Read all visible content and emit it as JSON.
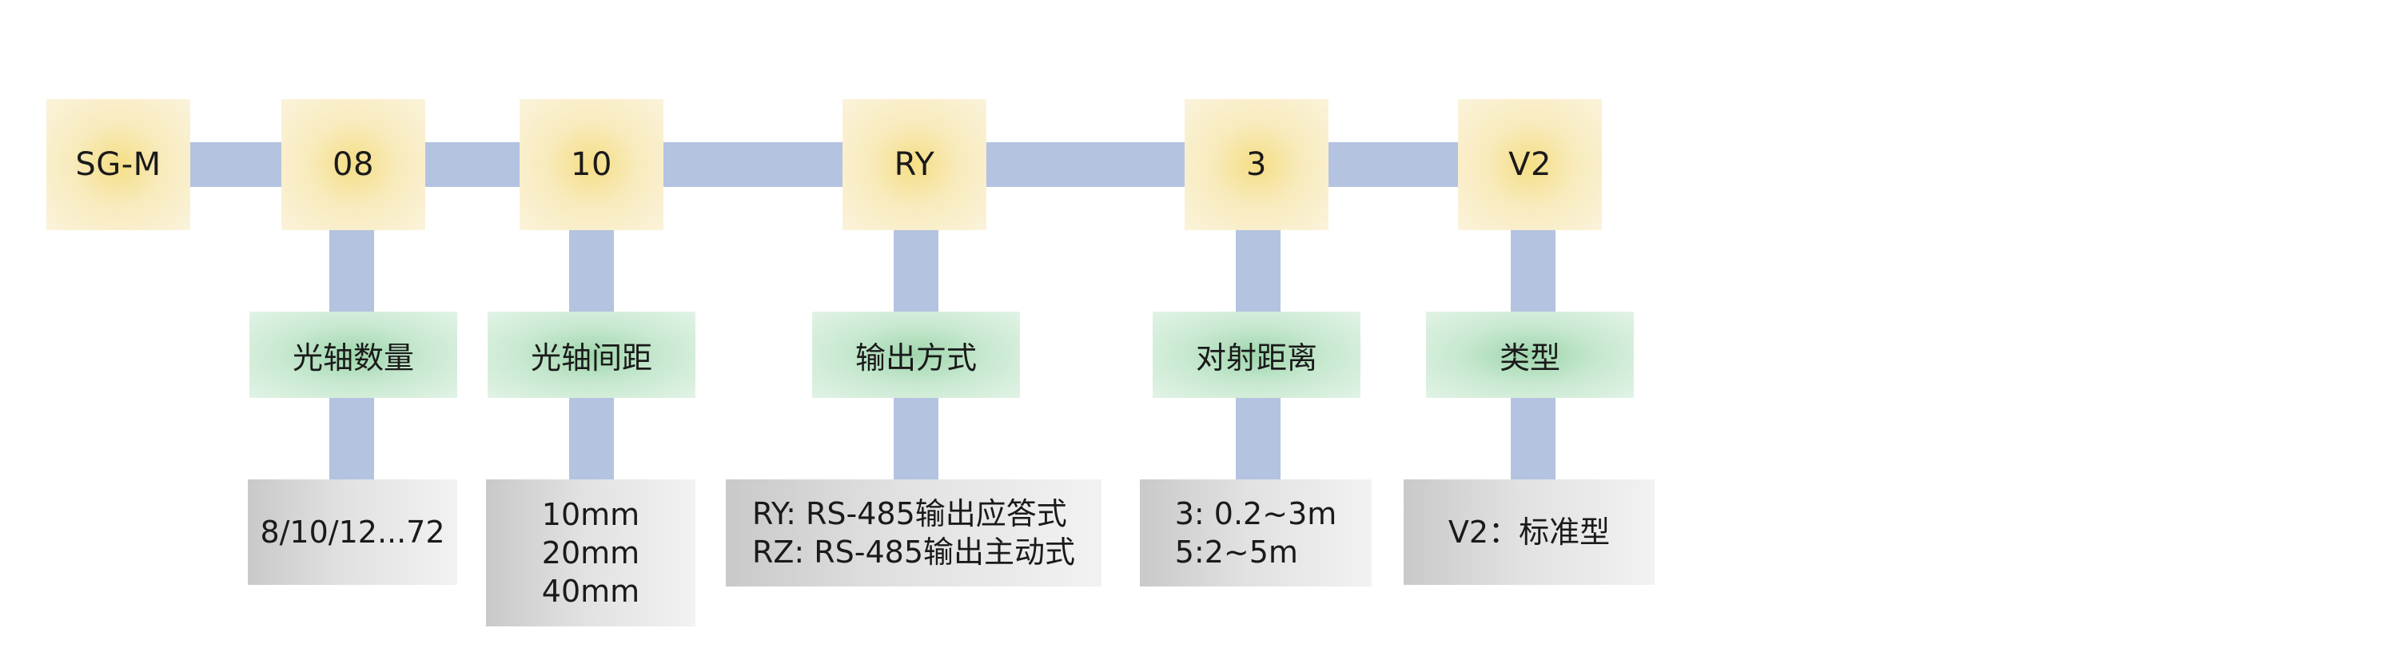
{
  "codes": [
    "SG-M",
    "08",
    "10",
    "RY",
    "3",
    "V2"
  ],
  "labels": [
    "光轴数量",
    "光轴间距",
    "输出方式",
    "对射距离",
    "类型"
  ],
  "options": [
    [
      "8/10/12...72"
    ],
    [
      "10mm",
      "20mm",
      "40mm"
    ],
    [
      "RY: RS-485输出应答式",
      "RZ: RS-485输出主动式"
    ],
    [
      "3: 0.2~3m",
      "5:2~5m"
    ],
    [
      "V2：标准型"
    ]
  ],
  "colors": {
    "connector": "#b3c3e0",
    "code_box": "#f8ebbd",
    "label_box": "#c9e9d1",
    "option_box": "#e1e1e1"
  }
}
